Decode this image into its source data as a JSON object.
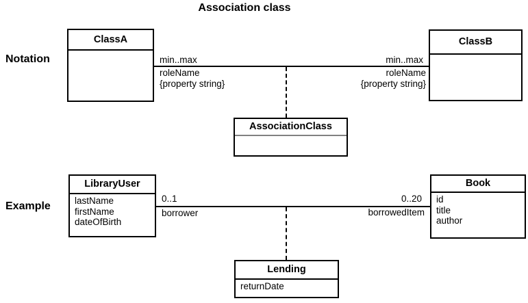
{
  "title": "Association class",
  "notation": {
    "label": "Notation",
    "class_a": {
      "name": "ClassA"
    },
    "class_b": {
      "name": "ClassB"
    },
    "left_end": {
      "multiplicity": "min..max",
      "role_name": "roleName",
      "property": "{property string}"
    },
    "right_end": {
      "multiplicity": "min..max",
      "role_name": "roleName",
      "property": "{property string}"
    },
    "association_class": {
      "name": "AssociationClass"
    }
  },
  "example": {
    "label": "Example",
    "class_a": {
      "name": "LibraryUser",
      "attributes": [
        "lastName",
        "firstName",
        "dateOfBirth"
      ]
    },
    "class_b": {
      "name": "Book",
      "attributes": [
        "id",
        "title",
        "author"
      ]
    },
    "left_end": {
      "multiplicity": "0..1",
      "role_name": "borrower"
    },
    "right_end": {
      "multiplicity": "0..20",
      "role_name": "borrowedItem"
    },
    "association_class": {
      "name": "Lending",
      "attributes": [
        "returnDate"
      ]
    }
  },
  "colors": {
    "line": "#000000",
    "association_class_divider": "#808080",
    "background": "#ffffff"
  }
}
